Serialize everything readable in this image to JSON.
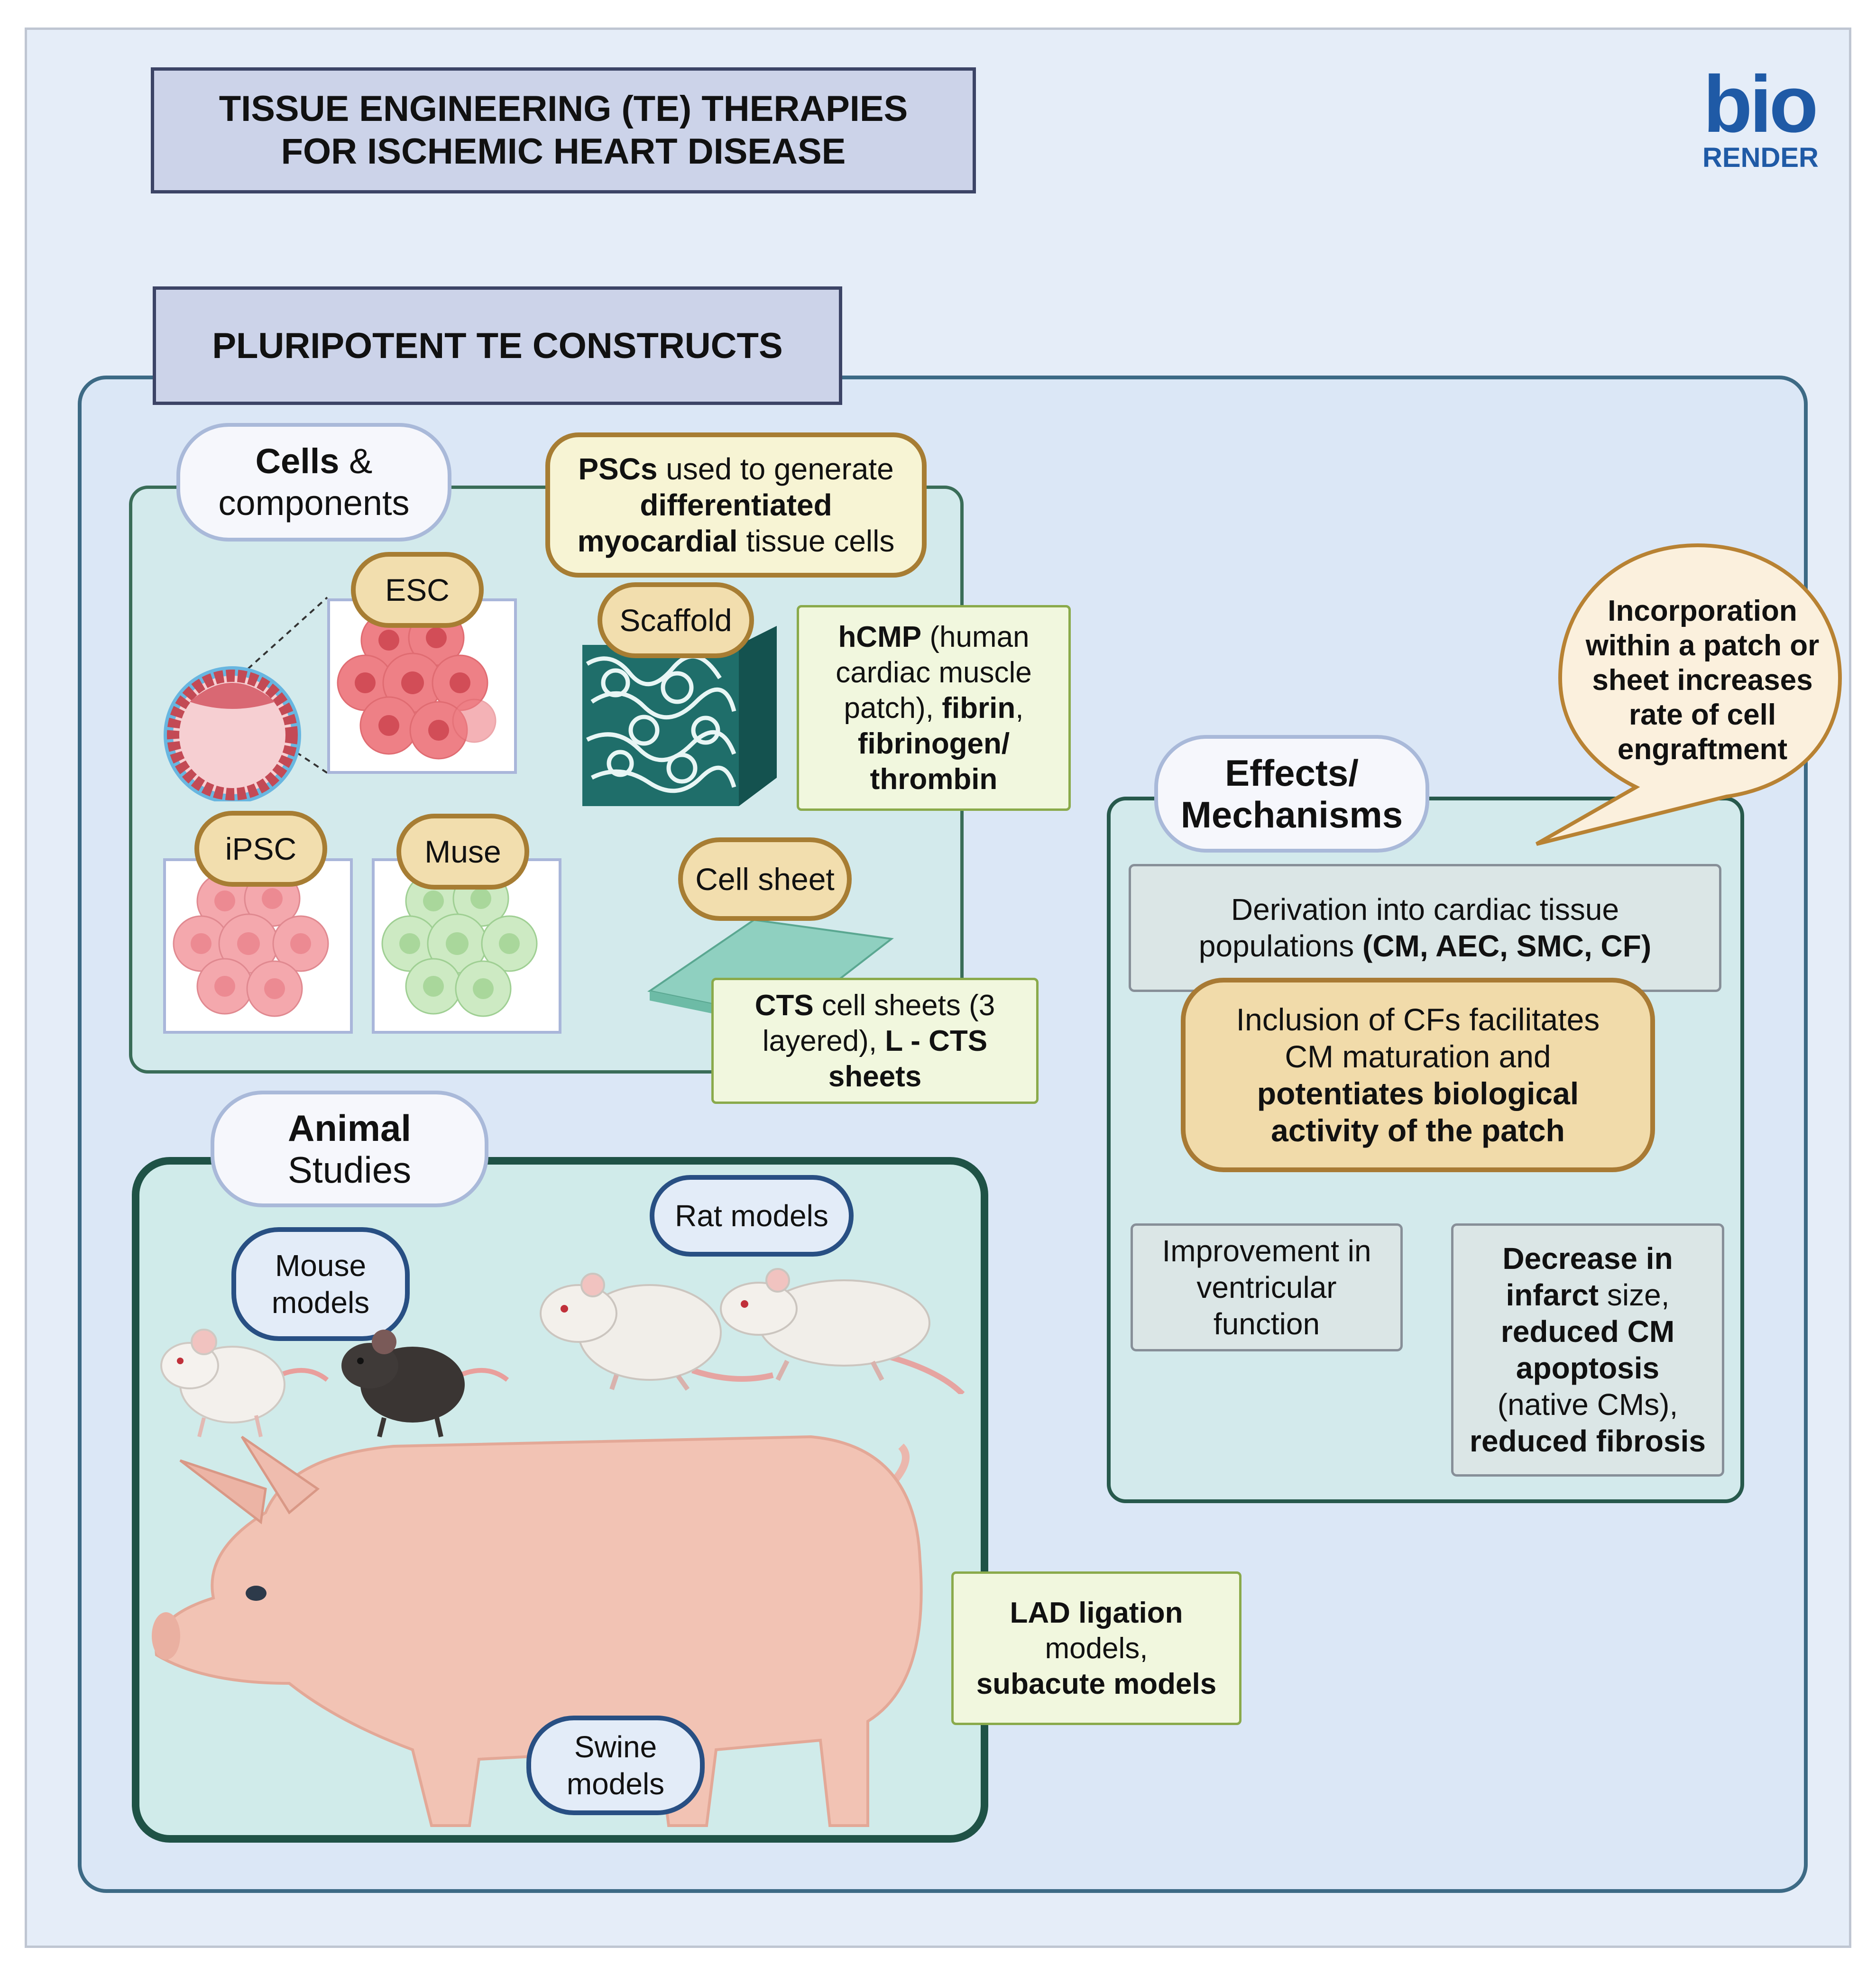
{
  "title": {
    "line1": "TISSUE ENGINEERING (TE) THERAPIES",
    "line2": "FOR ISCHEMIC HEART DISEASE"
  },
  "logo": {
    "top": "bio",
    "bottom": "RENDER"
  },
  "section_title": "PLURIPOTENT TE CONSTRUCTS",
  "cells_header": {
    "bold": "Cells",
    "rest": " &",
    "line2": "components"
  },
  "pscs_note": {
    "b1": "PSCs",
    "t1": " used to generate",
    "b2": "differentiated",
    "b3": "myocardial",
    "t2": " tissue cells"
  },
  "tags": {
    "esc": "ESC",
    "ipsc": "iPSC",
    "muse": "Muse",
    "scaffold": "Scaffold",
    "cell_sheet": "Cell sheet"
  },
  "hcmp_note": {
    "b1": "hCMP",
    "t1": " (human",
    "t2": "cardiac muscle",
    "t3": "patch), ",
    "b2": "fibrin",
    "t4": ",",
    "b3": "fibrinogen/",
    "b4": "thrombin"
  },
  "cts_note": {
    "b1": "CTS",
    "t1": " cell sheets (3",
    "t2": "layered), ",
    "b2": "L - CTS",
    "b3": "sheets"
  },
  "animal_header": {
    "bold": "Animal",
    "line2": "Studies"
  },
  "models": {
    "mouse": [
      "Mouse",
      "models"
    ],
    "rat": "Rat models",
    "swine": [
      "Swine",
      "models"
    ]
  },
  "lad_note": {
    "b1": "LAD ligation",
    "t1": "models,",
    "b2": "subacute models"
  },
  "effects_header": {
    "line1": "Effects/",
    "line2": "Mechanisms"
  },
  "speech": {
    "lines": [
      "Incorporation",
      "within a patch or",
      "sheet increases",
      "rate of cell",
      "engraftment"
    ]
  },
  "derivation": {
    "t1": "Derivation into cardiac tissue",
    "t2": "populations ",
    "b1": "(CM, AEC, SMC, CF)"
  },
  "inclusion": {
    "t1": "Inclusion of CFs facilitates",
    "t2": "CM maturation and",
    "b1": "potentiates biological",
    "b2": "activity of the patch"
  },
  "improvement": {
    "lines": [
      "Improvement in",
      "ventricular",
      "function"
    ]
  },
  "decrease": {
    "b1": "Decrease in",
    "b2": "infarct",
    "t1": " size,",
    "b3": "reduced CM",
    "b4": "apoptosis",
    "t2": "(native CMs),",
    "b5": "reduced fibrosis"
  },
  "colors": {
    "title_fill": "#ccd3e9",
    "panel_fill": "#d3eaec",
    "tag_fill": "#f2deae",
    "note_fill": "#f1f7de",
    "logo": "#1f5aa6"
  }
}
